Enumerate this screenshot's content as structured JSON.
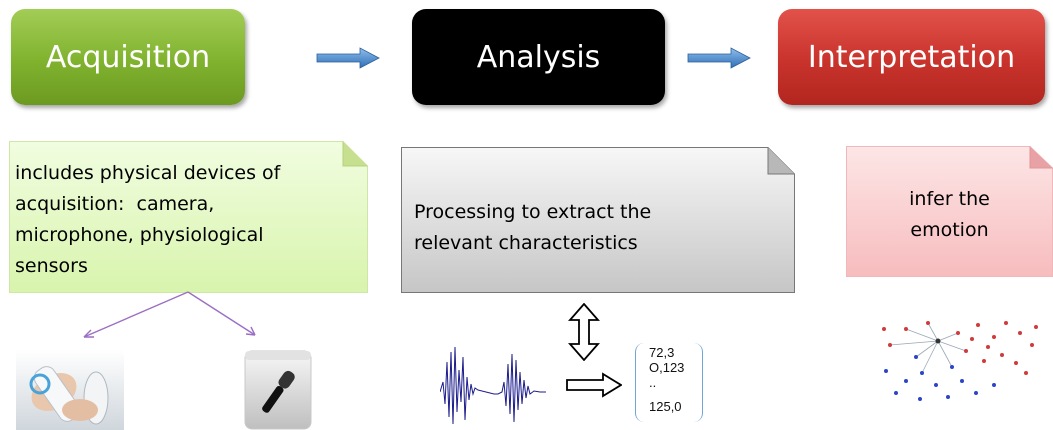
{
  "stages": [
    {
      "label": "Acquisition"
    },
    {
      "label": "Analysis"
    },
    {
      "label": "Interpretation"
    }
  ],
  "cards": {
    "acquisition": [
      "includes physical devices of",
      "acquisition:  camera,",
      "microphone, physiological",
      "sensors"
    ],
    "analysis": [
      "Processing to extract the",
      "relevant characteristics"
    ],
    "interpretation": [
      "infer the",
      "emotion"
    ]
  },
  "vector": [
    "72,3",
    "O,123",
    "..",
    "125,0"
  ],
  "icons": {
    "device_photo": "motion-controller-icon",
    "microphone": "microphone-icon",
    "signal": "waveform-icon",
    "graph": "network-graph-icon",
    "double_arrow": "up-down-arrow-icon",
    "right_arrow": "right-arrow-icon"
  },
  "colors": {
    "acquisition": "#80b22e",
    "analysis": "#000000",
    "interpretation": "#c8332c",
    "acq_card": "#e4fac4",
    "int_card": "#fad2d3",
    "arrow": "#4a86c9"
  }
}
